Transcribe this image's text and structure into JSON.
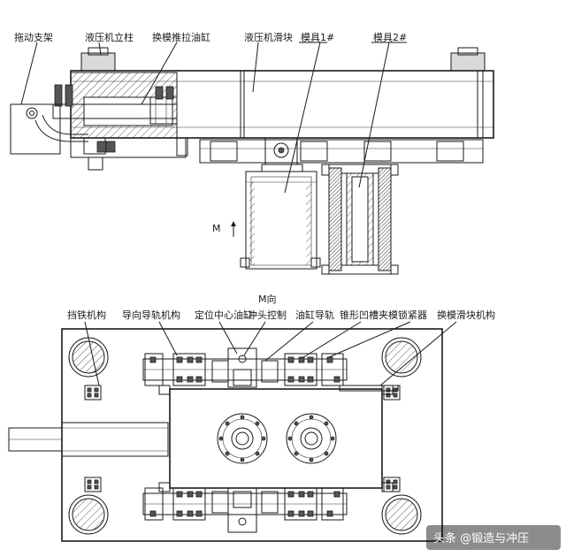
{
  "top_view": {
    "labels": {
      "drag_bracket": "拖动支架",
      "press_column": "液压机立柱",
      "push_pull_cylinder": "换模推拉油缸",
      "press_slider": "液压机滑块",
      "die_1": "模具1#",
      "die_2": "模具2#"
    },
    "view_marker": "M"
  },
  "m_view": {
    "title": "M向",
    "labels": {
      "stopper_mechanism": "挡铁机构",
      "guide_rail_mechanism": "导向导轨机构",
      "centering_cylinder": "定位中心油缸",
      "punch_control": "冲头控制",
      "cylinder_rail": "油缸导轨",
      "wedge_groove": "锥形凹槽",
      "die_clamp": "夹模锁紧器",
      "die_change_slider": "换模滑块机构"
    }
  },
  "watermark": "头条 @锻造与冲压"
}
